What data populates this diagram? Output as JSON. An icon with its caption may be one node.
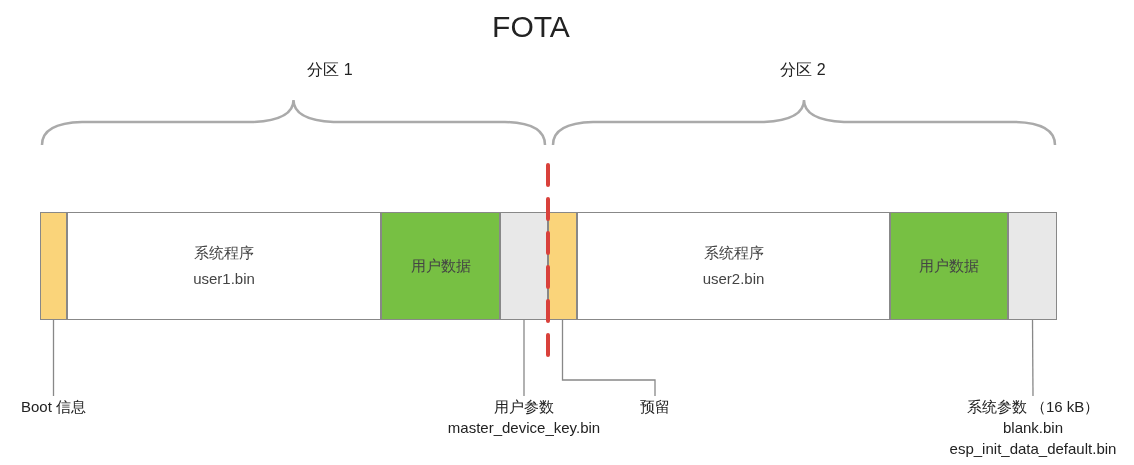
{
  "diagram": {
    "title": "FOTA",
    "nodes": [
      {
        "text": [],
        "shape": "bar"
      },
      {
        "text": [
          "系统程序",
          "user1.bin"
        ]
      },
      {
        "text": [
          "用户数据"
        ]
      },
      {
        "text": [],
        "shape": "bar"
      },
      {
        "text": [],
        "shape": "bar"
      },
      {
        "text": [
          "系统程序",
          "user2.bin"
        ]
      },
      {
        "text": [
          "用户数据"
        ]
      },
      {
        "text": [],
        "shape": "bar"
      },
      {
        "text": [
          "Boot 信息"
        ]
      },
      {
        "text": [
          "用户参数",
          "master_device_key.bin"
        ]
      },
      {
        "text": [
          "预留"
        ]
      },
      {
        "text": [
          "系统参数 （16 kB）",
          "blank.bin",
          "esp_init_data_default.bin"
        ]
      }
    ],
    "edges": [
      {
        "from": 8,
        "to": 0,
        "arrow": "none"
      },
      {
        "from": 9,
        "to": 3,
        "arrow": "none"
      },
      {
        "from": 10,
        "to": 4,
        "arrow": "none"
      },
      {
        "from": 11,
        "to": 7,
        "arrow": "none"
      }
    ],
    "labels": [
      "分区 1",
      "分区 2"
    ]
  }
}
